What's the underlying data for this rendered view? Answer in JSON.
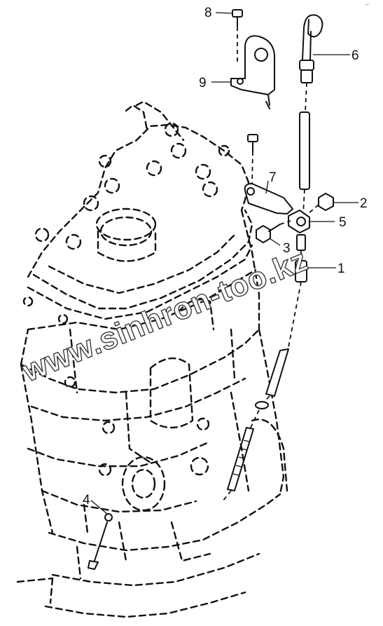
{
  "diagram": {
    "corner_mark": "—",
    "callouts": [
      "8",
      "9",
      "6",
      "7",
      "2",
      "5",
      "3",
      "1",
      "4"
    ],
    "watermark": "www.sinhron-too.kz"
  }
}
